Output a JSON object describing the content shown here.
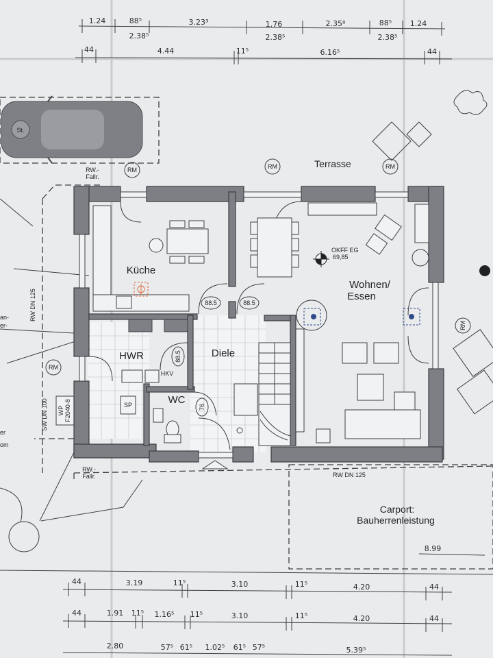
{
  "dimensions": {
    "top_row1": [
      "1.24",
      "88⁵",
      "3.23³",
      "1.76",
      "2.35⁸",
      "88⁵",
      "1.24"
    ],
    "top_row2": [
      "2.38⁵",
      "2.38⁵",
      "2.38⁵"
    ],
    "top_row3": [
      "44",
      "4.44",
      "11⁵",
      "6.16⁵",
      "44"
    ],
    "bottom_row1": [
      "44",
      "3.19",
      "11⁵",
      "3.10",
      "11⁵",
      "4.20",
      "44"
    ],
    "bottom_row2": [
      "44",
      "1.91",
      "11⁵",
      "1.16⁵",
      "11⁵",
      "3.10",
      "11⁵",
      "4.20",
      "44"
    ],
    "bottom_row3": [
      "2.80",
      "57⁵",
      "61⁵",
      "1.02⁵",
      "61⁵",
      "57⁵",
      "5.39⁵"
    ],
    "carport_width": "8.99"
  },
  "rooms": {
    "kueche": "Küche",
    "hwr": "HWR",
    "diele": "Diele",
    "wc": "WC",
    "wohnen_line1": "Wohnen/",
    "wohnen_line2": "Essen",
    "terrasse": "Terrasse"
  },
  "labels": {
    "rm": "RM",
    "stellplatz": "St.",
    "rw_fallrohr_line1": "RW.-",
    "rw_fallrohr_line2": "Fallr.",
    "rw_dn125_left": "RW DN 125",
    "rw_dn125_bottom": "RW DN 125",
    "sw_dn100": "SW DN 100",
    "wp_line1": "WP",
    "wp_line2": "F2040-8",
    "okff_line1": "OKFF EG",
    "okff_line2": "69,85",
    "carport_line1": "Carport:",
    "carport_line2": "Bauherrenleistung",
    "door_885_a": "88.5",
    "door_885_b": "88.5",
    "door_885_c": "88.5",
    "door_76": "76",
    "hkv": "HKV",
    "sp": "SP",
    "edge_an": "an-",
    "edge_er": "er-",
    "edge_er2": "er",
    "edge_om": "om"
  },
  "colors": {
    "paper": "#e9ebec",
    "wall": "#7d7f84",
    "marker": "#e06a3a",
    "outlet_blue": "#2f4a8a"
  }
}
